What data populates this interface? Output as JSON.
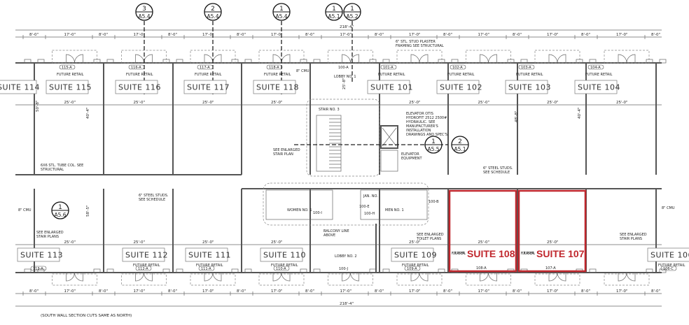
{
  "accent_color": "#c0272d",
  "overall_dimension": "218'-4\"",
  "section_bubbles": [
    {
      "num": "3",
      "sheet": "A5.4"
    },
    {
      "num": "2",
      "sheet": "A5.4"
    },
    {
      "num": "1",
      "sheet": "A5.4"
    },
    {
      "num": "1",
      "sheet": "A5.1"
    },
    {
      "num": "1",
      "sheet": "A5.2"
    },
    {
      "num": "1",
      "sheet": "A5.5"
    },
    {
      "num": "2",
      "sheet": "A5.1"
    },
    {
      "num": "1",
      "sheet": "A5.6"
    }
  ],
  "top_dims": [
    "8'-0\"",
    "17'-0\"",
    "8'-0\"",
    "17'-0\"",
    "8'-0\"",
    "17'-0\"",
    "8'-0\"",
    "17'-0\"",
    "8'-0\"",
    "17'-0\"",
    "8'-0\"",
    "17'-0\"",
    "8'-0\"",
    "17'-0\"",
    "8'-0\"",
    "17'-0\"",
    "8'-0\"",
    "17'-0\"",
    "8'-0\""
  ],
  "bottom_dims": [
    "8'-0\"",
    "17'-0\"",
    "8'-0\"",
    "17'-0\"",
    "8'-0\"",
    "17'-0\"",
    "8'-0\"",
    "17'-0\"",
    "8'-0\"",
    "17'-0\"",
    "8'-0\"",
    "17'-0\"",
    "8'-0\"",
    "17'-0\"",
    "8'-0\"",
    "17'-0\"",
    "8'-0\"",
    "17'-0\"",
    "8'-0\""
  ],
  "north_suites": [
    {
      "name": "SUITE 114",
      "tag": "",
      "use": ""
    },
    {
      "name": "SUITE 115",
      "tag": "115-A",
      "use": "FUTURE RETAIL"
    },
    {
      "name": "SUITE 116",
      "tag": "116-A",
      "use": "FUTURE RETAIL"
    },
    {
      "name": "SUITE 117",
      "tag": "117-A",
      "use": "FUTURE RETAIL"
    },
    {
      "name": "SUITE 118",
      "tag": "118-A",
      "use": "FUTURE RETAIL"
    },
    {
      "name": "SUITE 101",
      "tag": "101-A",
      "use": "FUTURE RETAIL"
    },
    {
      "name": "SUITE 102",
      "tag": "102-A",
      "use": "FUTURE RETAIL"
    },
    {
      "name": "SUITE 103",
      "tag": "103-A",
      "use": "FUTURE RETAIL"
    },
    {
      "name": "SUITE 104",
      "tag": "104-A",
      "use": "FUTURE RETAIL"
    }
  ],
  "south_suites": [
    {
      "name": "SUITE 113",
      "tag": "113-A",
      "use": ""
    },
    {
      "name": "SUITE 112",
      "tag": "112-A",
      "use": "FUTURE RETAIL"
    },
    {
      "name": "SUITE 111",
      "tag": "111-A",
      "use": "FUTURE RETAIL"
    },
    {
      "name": "SUITE 110",
      "tag": "110-A",
      "use": "FUTURE RETAIL"
    },
    {
      "name": "SUITE 109",
      "tag": "109-A",
      "use": "FUTURE RETAIL"
    },
    {
      "name": "SUITE 106",
      "tag": "106-C",
      "use": "FUTURE RETAIL"
    }
  ],
  "highlighted_suites": [
    {
      "name": "SUITE 108",
      "tag": "108-A",
      "use": "FUTURE RETAIL"
    },
    {
      "name": "SUITE 107",
      "tag": "107-A",
      "use": "FUTURE RETAIL"
    }
  ],
  "suite_depth_dims": [
    "25'-0\"",
    "25'-0\"",
    "25'-0\"",
    "25'-0\"",
    "25'-0\"",
    "25'-0\"",
    "25'-0\"",
    "25'-0\"",
    "25'-0\""
  ],
  "lobby": {
    "north": "LOBBY NO. 1",
    "north_tag": "100-A",
    "south": "LOBBY NO. 2",
    "south_tag": "100-J"
  },
  "stair": "STAIR NO. 3",
  "restrooms": {
    "women": "WOMEN NO. 1",
    "men": "MEN NO. 1",
    "jan": "JAN. NO.",
    "women_tag": "100-I",
    "men_tag": "100-H",
    "jan_tag": "100-E",
    "other_tag": "100-B"
  },
  "notes": {
    "stud_framing": "6\" STL. STUD PLASTER FRAMING SEE STRUCTURAL",
    "elevator": "ELEVATOR OTIS HYDROFIT 2512 2500# HYDRAULIC. SEE MANUFACTURER'S INSTALLATION DRAWINGS AND SPEC'S.",
    "elevator_equipment": "ELEVATOR EQUIPMENT",
    "cmu": "8\" CMU",
    "steel_studs": "6\" STEEL STUDS. SEE SCHEDULE",
    "stair_plan": "SEE ENLARGED STAIR PLAN",
    "stair_plans": "SEE ENLARGED STAIR PLANS",
    "toilet_plans": "SEE ENLARGED TOILET PLANS",
    "tube_col": "6X6 STL. TUBE COL. SEE STRUCTURAL",
    "balcony": "BALCONY LINE ABOVE",
    "footer": "(SOUTH WALL SECTION CUTS SAME AS NORTH)"
  },
  "vertical_dims": [
    "50'-8\"",
    "40'-4\"",
    "25'-8\"",
    "48'-8\"",
    "40'-4\"",
    "58'-5\""
  ]
}
